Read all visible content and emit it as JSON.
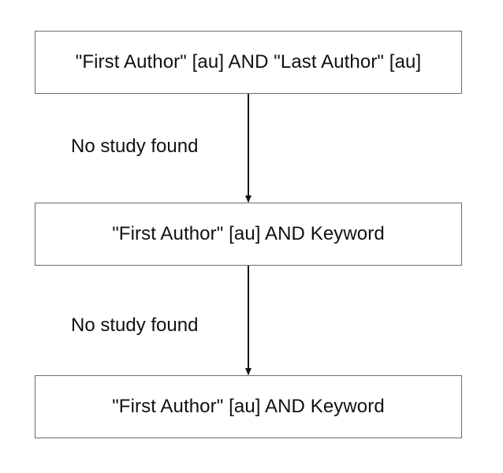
{
  "diagram": {
    "nodes": [
      {
        "id": "query-1",
        "label": "\"First Author\" [au] AND \"Last Author\" [au]"
      },
      {
        "id": "query-2",
        "label": "\"First Author\" [au] AND Keyword"
      },
      {
        "id": "query-3",
        "label": "\"First Author\" [au] AND Keyword"
      }
    ],
    "edges": [
      {
        "from": "query-1",
        "to": "query-2",
        "label": "No study found"
      },
      {
        "from": "query-2",
        "to": "query-3",
        "label": "No study found"
      }
    ],
    "colors": {
      "box_border": "#6b6b6b",
      "arrow": "#111111",
      "text": "#111111",
      "background": "#ffffff"
    }
  }
}
